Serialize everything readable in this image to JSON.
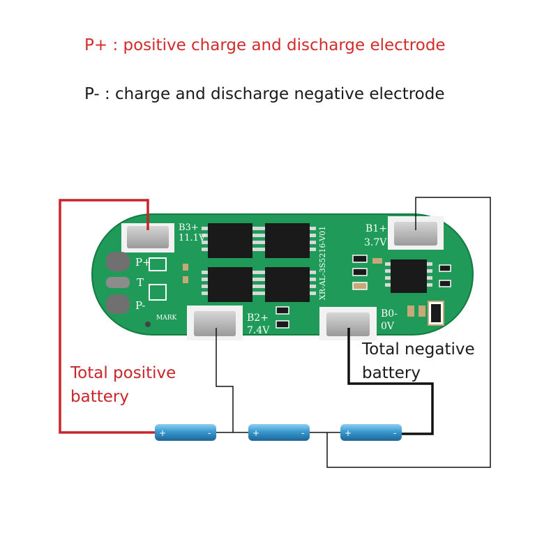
{
  "captions": {
    "p_plus": "P+ : positive charge and discharge electrode",
    "p_minus": "P- : charge and discharge negative electrode"
  },
  "notes": {
    "total_positive": "Total positive battery",
    "total_negative": "Total negative battery"
  },
  "board": {
    "pad_b3": "B3+",
    "pad_b3_voltage": "11.1V",
    "pad_b1": "B1+",
    "pad_b1_voltage": "3.7V",
    "pad_b2": "B2+",
    "pad_b2_voltage": "7.4V",
    "pad_b0": "B0-",
    "pad_b0_voltage": "0V",
    "label_p_plus": "P+",
    "label_t": "T",
    "label_p_minus": "P-",
    "mark": "MARK",
    "model": "XR-AL-3S5216-V01"
  },
  "batteries": [
    {
      "positive": "+",
      "negative": "-"
    },
    {
      "positive": "+",
      "negative": "-"
    },
    {
      "positive": "+",
      "negative": "-"
    }
  ],
  "colors": {
    "pcb": "#1f9a58",
    "positive_wire": "#c8252b",
    "negative_wire": "#111111",
    "battery": "#3a9ad0"
  }
}
